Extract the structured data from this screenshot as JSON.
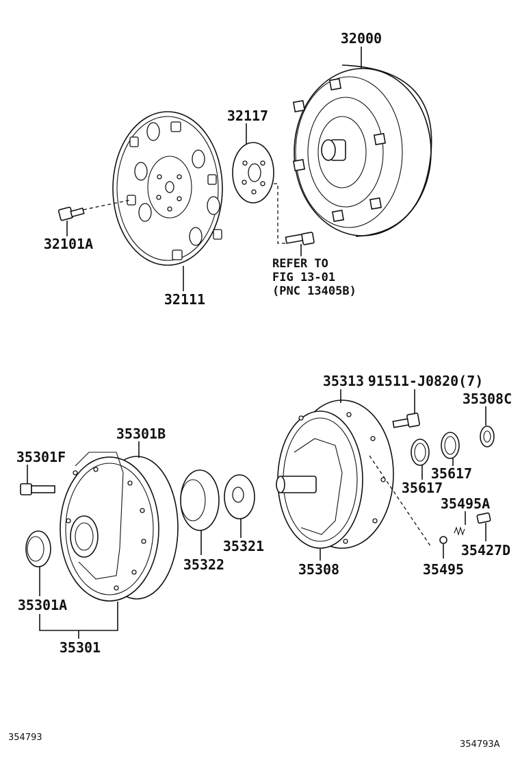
{
  "labels": {
    "p32000": "32000",
    "p32117": "32117",
    "p32101A": "32101A",
    "p32111": "32111",
    "refer_line1": "REFER TO",
    "refer_line2": "FIG 13-01",
    "refer_line3": "(PNC 13405B)",
    "p35313": "35313",
    "p91511": "91511-J0820(7)",
    "p35308C": "35308C",
    "p35301B": "35301B",
    "p35301F": "35301F",
    "p35617a": "35617",
    "p35617b": "35617",
    "p35495A": "35495A",
    "p35321": "35321",
    "p35322": "35322",
    "p35308": "35308",
    "p35495": "35495",
    "p35427D": "35427D",
    "p35301A": "35301A",
    "p35301": "35301"
  },
  "footer": {
    "left_code": "354793",
    "right_code": "354793A"
  }
}
